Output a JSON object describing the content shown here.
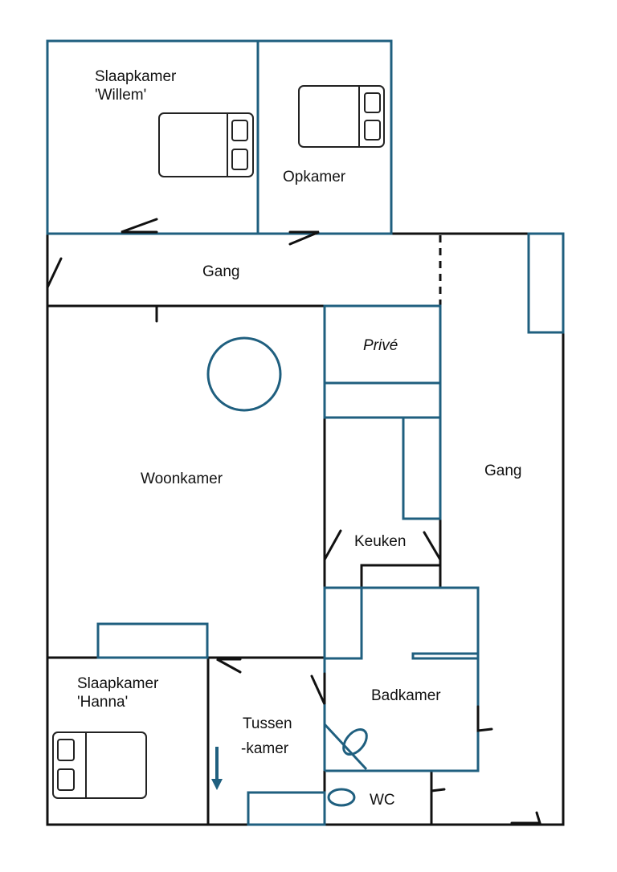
{
  "colors": {
    "walls": "#111111",
    "fixtures": "#1f5f7f"
  },
  "rooms": {
    "willem": {
      "line1": "Slaapkamer",
      "line2": "'Willem'"
    },
    "opkamer": "Opkamer",
    "gang_top": "Gang",
    "prive": "Privé",
    "woonkamer": "Woonkamer",
    "gang_right": "Gang",
    "keuken": "Keuken",
    "badkamer": "Badkamer",
    "hanna": {
      "line1": "Slaapkamer",
      "line2": "'Hanna'"
    },
    "tussenkamer": {
      "line1": "Tussen",
      "line2": "-kamer"
    },
    "wc": "WC"
  },
  "icons": [
    "bed-icon",
    "round-table-icon",
    "toilet-icon",
    "sink-icon",
    "arrow-down-icon",
    "door-swing-icon"
  ]
}
